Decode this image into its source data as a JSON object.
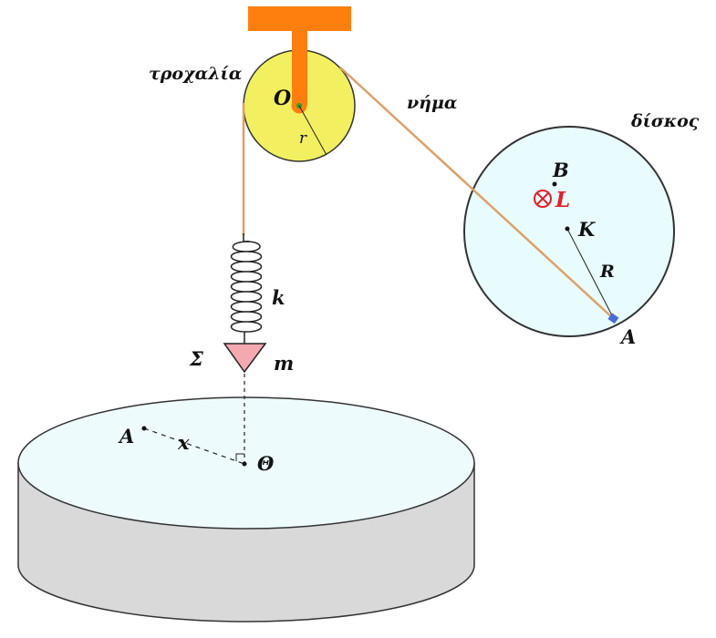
{
  "labels": {
    "pulley": "τροχαλία",
    "string": "νήμα",
    "disk": "δίσκος",
    "pulley_center": "O",
    "pulley_radius": "r",
    "disk_point_b": "B",
    "angular_momentum": "L",
    "disk_center": "K",
    "disk_radius": "R",
    "disk_point_a": "A",
    "spring_constant": "k",
    "body": "Σ",
    "mass": "m",
    "table_point_a": "A",
    "distance": "x",
    "table_point_theta": "Θ"
  },
  "symbols": {
    "into_page": "⊗"
  },
  "colors": {
    "support": "#ff7f0e",
    "pulley_fill": "#f2f060",
    "string": "#dba26a",
    "disk_fill": "#e8fbfd",
    "table_top": "#eefbfd",
    "table_side": "#d9d9d9",
    "mass_fill": "#f4a8b0",
    "arrow_red": "#e0202a"
  }
}
